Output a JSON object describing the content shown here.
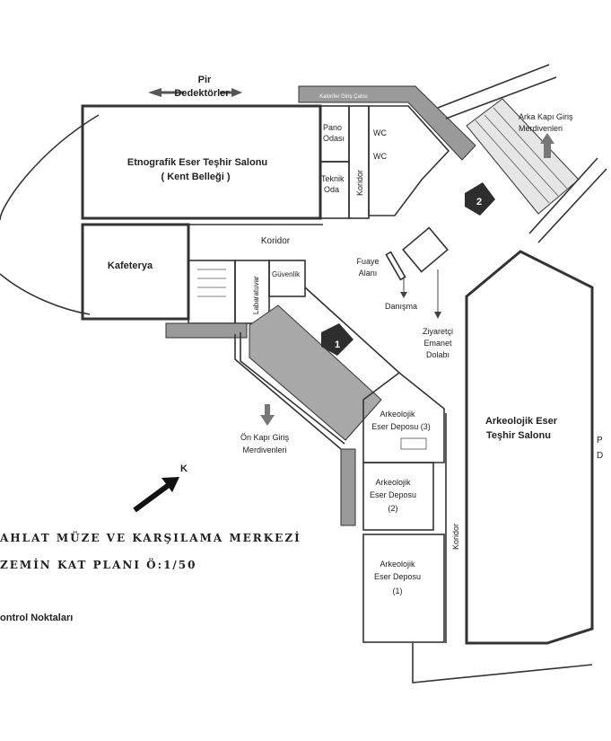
{
  "rooms": {
    "etnografik_1": "Etnografik Eser Teşhir Salonu",
    "etnografik_2": "( Kent Belleği )",
    "kafeterya": "Kafeterya",
    "koridor_top": "Koridor",
    "koridor_vertical": "Koridor",
    "koridor_right": "Koridor",
    "pano_1": "Pano",
    "pano_2": "Odası",
    "teknik_1": "Teknik",
    "teknik_2": "Oda",
    "wc_1": "WC",
    "wc_2": "WC",
    "fuaye_1": "Fuaye",
    "fuaye_2": "Alanı",
    "danisma": "Danışma",
    "guvenlik": "Güvenlik",
    "laboratuvar": "Labaratuvar",
    "ziyaretci_1": "Ziyaretçi",
    "ziyaretci_2": "Emanet",
    "ziyaretci_3": "Dolabı",
    "depo3_1": "Arkeolojik",
    "depo3_2": "Eser Deposu (3)",
    "depo2_1": "Arkeolojik",
    "depo2_2": "Eser Deposu",
    "depo2_3": "(2)",
    "depo1_1": "Arkeolojik",
    "depo1_2": "Eser Deposu",
    "depo1_3": "(1)",
    "arkeolojik_salon_1": "Arkeolojik Eser",
    "arkeolojik_salon_2": "Teşhir Salonu",
    "kalorifer": "Kalorifer Giriş Çatısı"
  },
  "labels": {
    "pir_1": "Pir",
    "pir_2": "Dedektörler",
    "arka_kapi_1": "Arka Kapı Giriş",
    "arka_kapi_2": "Merdivenleri",
    "on_kapi_1": "Ön Kapı Giriş",
    "on_kapi_2": "Merdivenleri",
    "north": "K",
    "marker_1": "1",
    "marker_2": "2",
    "edge_p": "P",
    "edge_d": "D"
  },
  "title": {
    "line1": "AHLAT MÜZE VE KARŞILAMA MERKEZİ",
    "line2": "ZEMİN KAT PLANI Ö:1/50"
  },
  "footer": {
    "control_points": "ontrol Noktaları"
  },
  "colors": {
    "line": "#333333",
    "fill_gray": "#9a9a9a",
    "marker_dark": "#2e2e2e"
  }
}
